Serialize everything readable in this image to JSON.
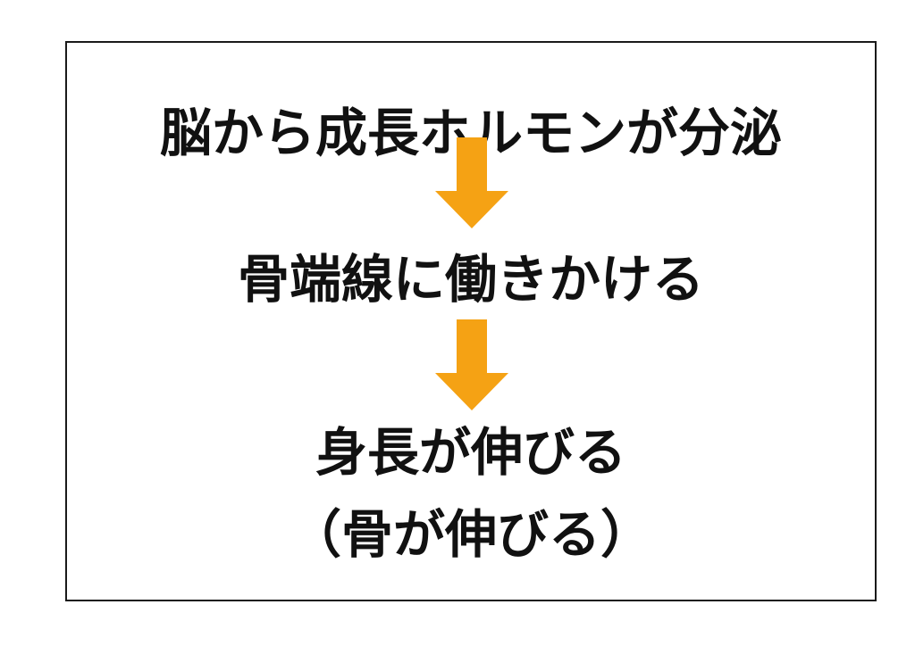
{
  "steps": [
    "脳から成長ホルモンが分泌",
    "骨端線に働きかける",
    "身長が伸びる",
    "（骨が伸びる）"
  ],
  "connector_count": 2,
  "colors": {
    "arrow": "#F5A214",
    "text": "#111111",
    "border": "#1a1a1a"
  }
}
